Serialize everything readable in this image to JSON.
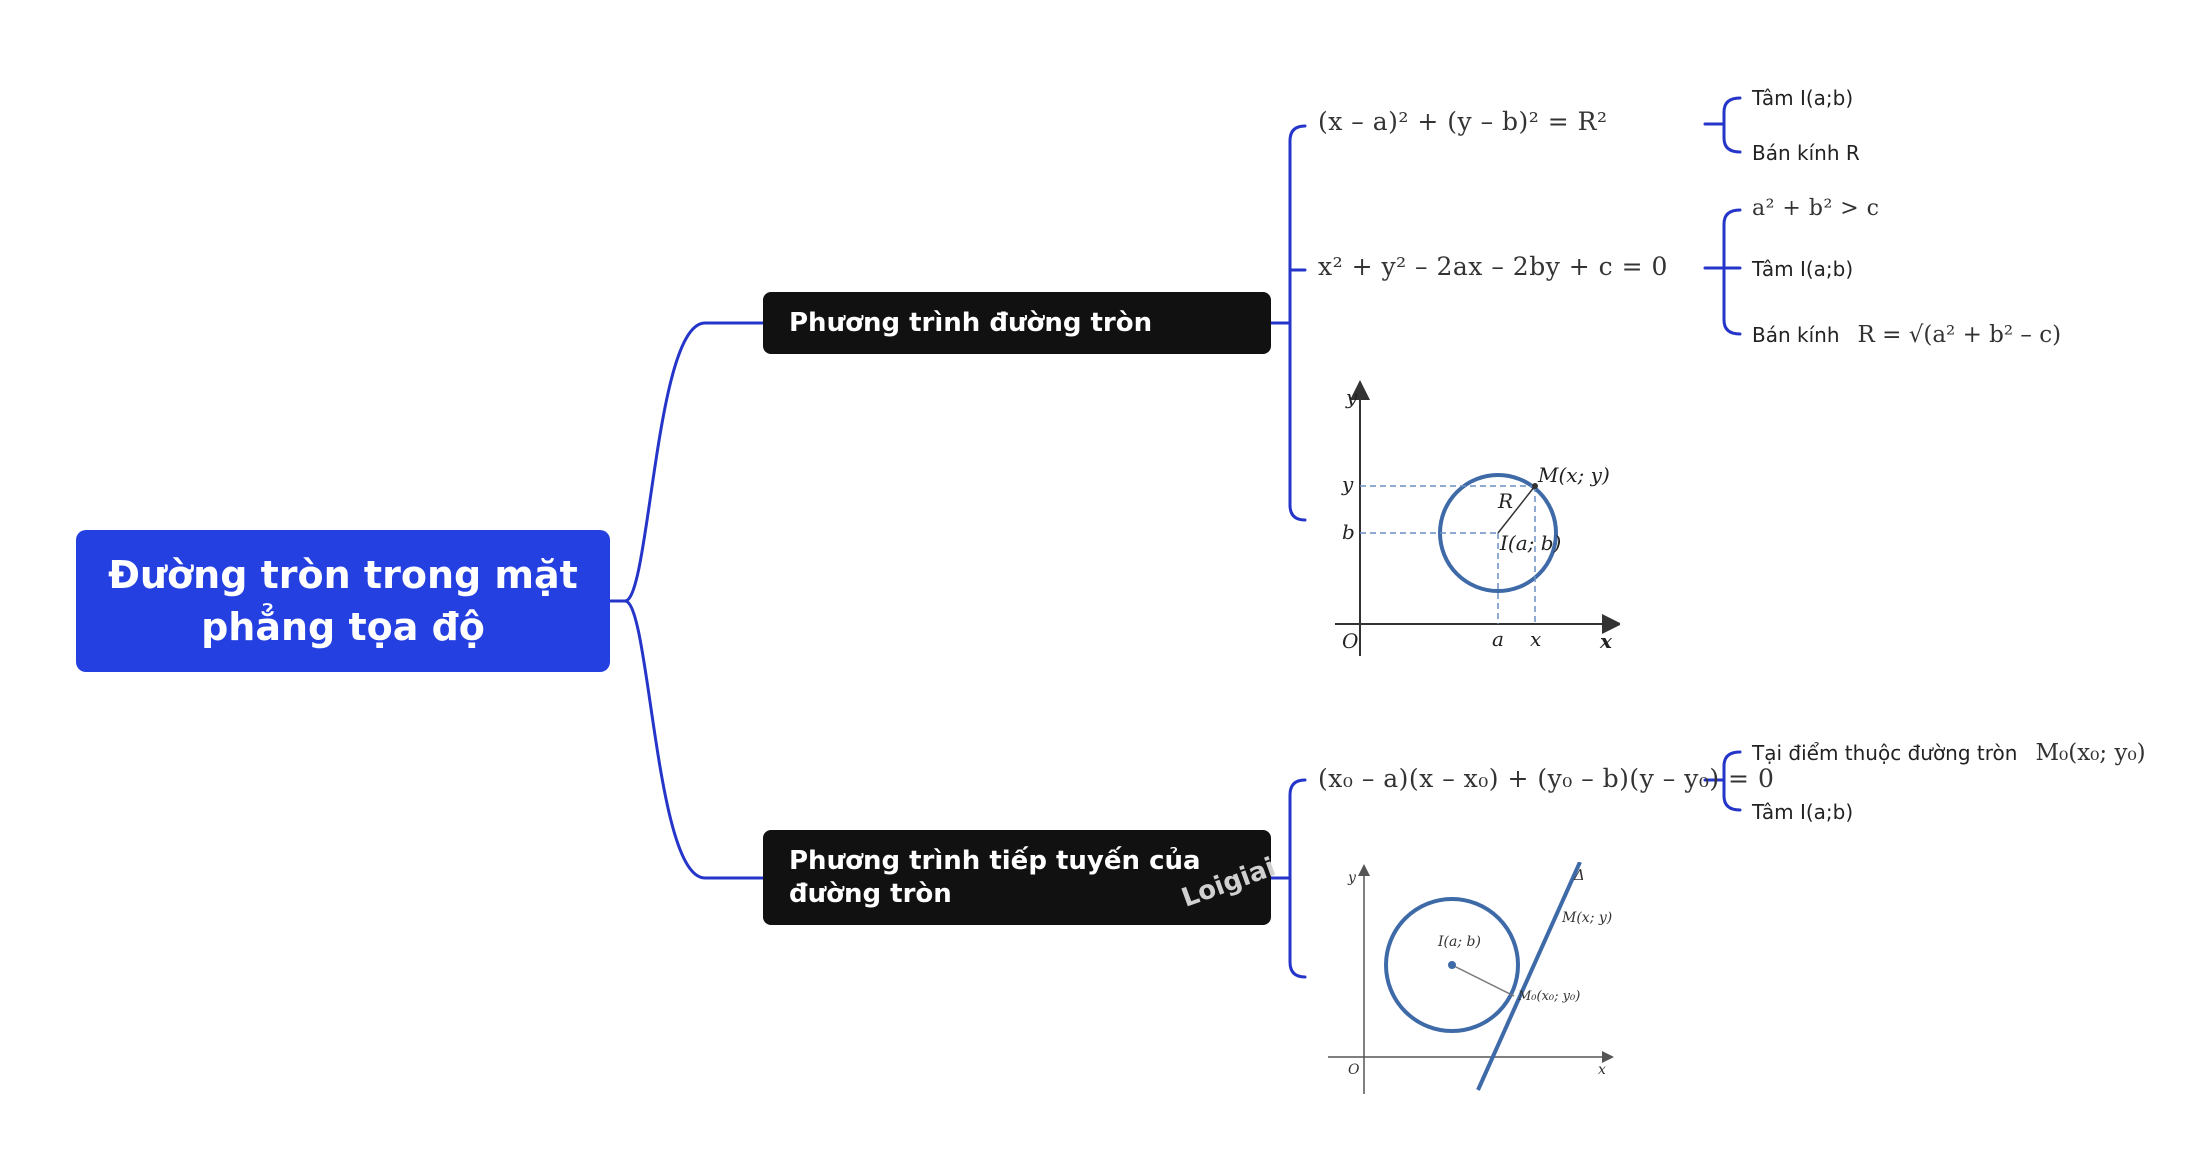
{
  "root": {
    "title": "Đường tròn trong mặt phẳng tọa độ"
  },
  "branches": [
    {
      "label": "Phương trình đường tròn",
      "children": [
        {
          "equation": "(x – a)² + (y – b)² = R²",
          "leaves": [
            "Tâm I(a;b)",
            "Bán kính R"
          ]
        },
        {
          "equation": "x² + y² – 2ax – 2by + c = 0",
          "leaves": [
            "a² + b² > c",
            "Tâm I(a;b)",
            "Bán kính"
          ],
          "radius_formula": "R = √(a² + b² – c)"
        }
      ],
      "figure": {
        "axis_y": "y",
        "axis_x": "x",
        "origin": "O",
        "label_y": "y",
        "label_b": "b",
        "label_a": "a",
        "label_x": "x",
        "point_m": "M(x; y)",
        "radius": "R",
        "center": "I(a; b)"
      }
    },
    {
      "label": "Phương trình tiếp tuyến của đường tròn",
      "children": [
        {
          "equation": "(x₀ – a)(x – x₀) + (y₀ – b)(y – y₀) = 0",
          "leaves": [
            "Tại điểm thuộc đường tròn",
            "Tâm I(a;b)"
          ],
          "point_formula": "M₀(x₀; y₀)"
        }
      ],
      "figure": {
        "axis_y": "y",
        "axis_x": "x",
        "origin": "O",
        "delta": "Δ",
        "point_m": "M(x; y)",
        "center": "I(a; b)",
        "point_m0": "M₀(x₀; y₀)"
      }
    }
  ],
  "watermark": "Loigiai",
  "colors": {
    "root_bg": "#2540e0",
    "branch_bg": "#111111",
    "connector": "#2535c9",
    "circle": "#3e6aa8"
  }
}
